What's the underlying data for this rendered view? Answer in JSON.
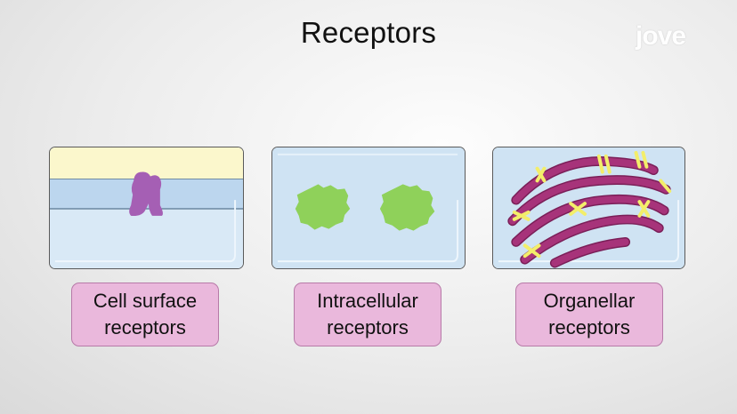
{
  "title": "Receptors",
  "logo": {
    "text": "jove"
  },
  "panels": [
    {
      "name": "cell-surface",
      "label_line1": "Cell surface",
      "label_line2": "receptors"
    },
    {
      "name": "intracellular",
      "label_line1": "Intracellular",
      "label_line2": "receptors"
    },
    {
      "name": "organellar",
      "label_line1": "Organellar",
      "label_line2": "receptors"
    }
  ],
  "colors": {
    "panel_fill": "#cfe3f3",
    "extracellular": "#fbf6c8",
    "membrane": "#b7d3ec",
    "receptor_purple": "#a55fb4",
    "green_receptor": "#8fd15a",
    "organelle_magenta": "#a7337a",
    "organelle_yellow": "#f3ee6a",
    "label_fill": "#eab8dc"
  }
}
